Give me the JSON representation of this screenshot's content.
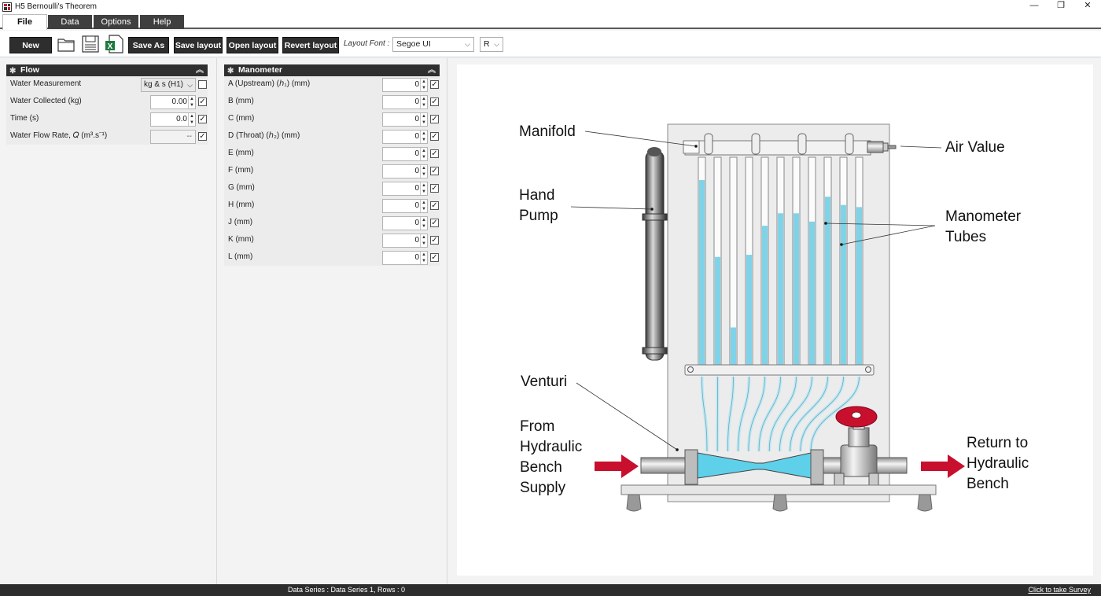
{
  "window": {
    "title": "H5 Bernoulli's Theorem",
    "controls": [
      "—",
      "❐",
      "✕"
    ]
  },
  "tabs": [
    "File",
    "Data",
    "Options",
    "Help"
  ],
  "toolbar": {
    "new_label": "New",
    "save_as_label": "Save As",
    "save_layout_label": "Save layout",
    "open_layout_label": "Open layout",
    "revert_layout_label": "Revert layout",
    "font_label": "Layout Font :",
    "font_value": "Segoe UI",
    "style_value": "R",
    "icons": [
      "open-folder-icon",
      "save-icon",
      "excel-icon"
    ]
  },
  "flow": {
    "title": "Flow",
    "rows": [
      {
        "label": "Water Measurement",
        "value": "kg & s (H1)",
        "checked": false
      },
      {
        "label": "Water Collected (kg)",
        "value": "0.00",
        "checked": true
      },
      {
        "label": "Time (s)",
        "value": "0.0",
        "checked": true
      },
      {
        "label": "Water Flow Rate, 𝑄 (m³.s⁻¹)",
        "value": "--",
        "checked": true
      }
    ]
  },
  "manometer": {
    "title": "Manometer",
    "rows": [
      {
        "label": "A (Upstream) (ℎ₁) (mm)",
        "value": "0",
        "checked": true
      },
      {
        "label": "B (mm)",
        "value": "0",
        "checked": true
      },
      {
        "label": "C (mm)",
        "value": "0",
        "checked": true
      },
      {
        "label": "D (Throat) (ℎ₂) (mm)",
        "value": "0",
        "checked": true
      },
      {
        "label": "E (mm)",
        "value": "0",
        "checked": true
      },
      {
        "label": "F (mm)",
        "value": "0",
        "checked": true
      },
      {
        "label": "G (mm)",
        "value": "0",
        "checked": true
      },
      {
        "label": "H (mm)",
        "value": "0",
        "checked": true
      },
      {
        "label": "J (mm)",
        "value": "0",
        "checked": true
      },
      {
        "label": "K (mm)",
        "value": "0",
        "checked": true
      },
      {
        "label": "L (mm)",
        "value": "0",
        "checked": true
      }
    ]
  },
  "diagram": {
    "labels": {
      "manifold": "Manifold",
      "air_value": "Air Value",
      "hand_pump": "Hand\nPump",
      "manometer_tubes": "Manometer\nTubes",
      "venturi": "Venturi",
      "from_supply": "From\nHydraulic\nBench\nSupply",
      "return": "Return to\nHydraulic\nBench"
    },
    "water_color": "#7fd3e8",
    "arrow_color": "#c8102e",
    "tube_fill_fractions": [
      0.89,
      0.52,
      0.18,
      0.53,
      0.67,
      0.73,
      0.73,
      0.69,
      0.81,
      0.77,
      0.76
    ]
  },
  "status": {
    "series_text": "Data Series : Data Series 1,  Rows : 0",
    "survey_link": "Click to take Survey"
  }
}
